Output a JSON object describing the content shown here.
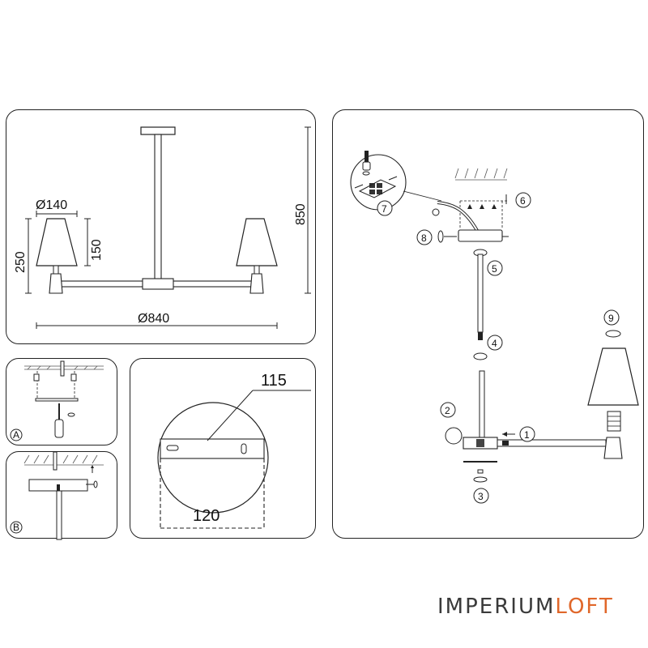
{
  "dimensions": {
    "shade_diameter": "Ø140",
    "shade_height": "150",
    "total_height_arm": "250",
    "total_height": "850",
    "span": "Ø840",
    "plate_width": "115",
    "plate_span": "120"
  },
  "panel_tags": {
    "a": "A",
    "b": "B"
  },
  "steps": [
    "1",
    "2",
    "3",
    "4",
    "5",
    "6",
    "7",
    "8",
    "9"
  ],
  "brand": {
    "main": "IMPERIUM",
    "accent": "LOFT",
    "accent_color": "#e0672a"
  }
}
